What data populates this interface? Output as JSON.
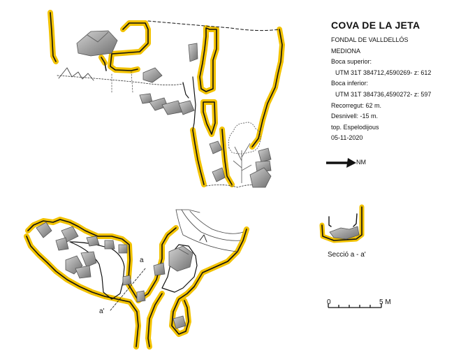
{
  "survey": {
    "title": "COVA DE LA JETA",
    "locality": "FONDAL DE VALLDELLÓS",
    "municipality": "MEDIONA",
    "upper_entrance_label": "Boca superior:",
    "upper_entrance_coords": "UTM 31T 384712,4590269- z: 612",
    "lower_entrance_label": "Boca inferior:",
    "lower_entrance_coords": "UTM 31T 384736,4590272- z: 597",
    "length": "Recorregut: 62 m.",
    "depth": "Desnivell:  -15 m.",
    "surveyor": "top. Espelodijous",
    "date": "05-11-2020"
  },
  "north_label": "NM",
  "section_label": "Secció a - a'",
  "section_marks": {
    "a": "a",
    "a_prime": "a'"
  },
  "scale": {
    "start": "0",
    "end": "5 M"
  },
  "colors": {
    "wall_fill": "#f2c200",
    "rock": "#9a9a9a",
    "line": "#111111"
  }
}
